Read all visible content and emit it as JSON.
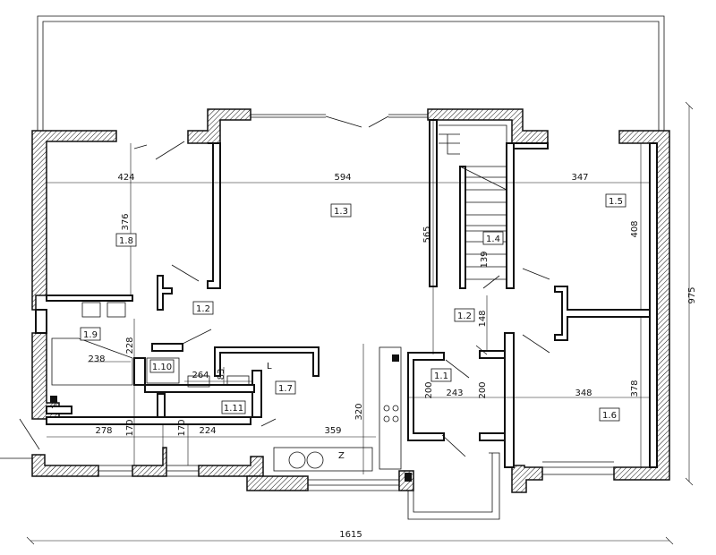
{
  "dimensions": {
    "top_left": "424",
    "top_mid": "594",
    "top_right": "347",
    "left_room_height": "376",
    "mid_height": "565",
    "right_room_height": "408",
    "right_lower_height": "378",
    "hall_148": "148",
    "stair_139": "139",
    "small_228": "228",
    "small_238": "238",
    "small_264": "264",
    "small_83": "83",
    "d200a": "200",
    "d243": "243",
    "d200b": "200",
    "d348": "348",
    "d320": "320",
    "b278": "278",
    "b170a": "170",
    "b170b": "170",
    "b224": "224",
    "b359": "359",
    "overall_width": "1615",
    "overall_height": "975"
  },
  "rooms": {
    "r13": "1.3",
    "r18": "1.8",
    "r15": "1.5",
    "r14": "1.4",
    "r12a": "1.2",
    "r12b": "1.2",
    "r19": "1.9",
    "r110": "1.10",
    "r17": "1.7",
    "r111": "1.11",
    "r11": "1.1",
    "r16": "1.6"
  },
  "marks": {
    "l": "L",
    "z": "Z"
  }
}
